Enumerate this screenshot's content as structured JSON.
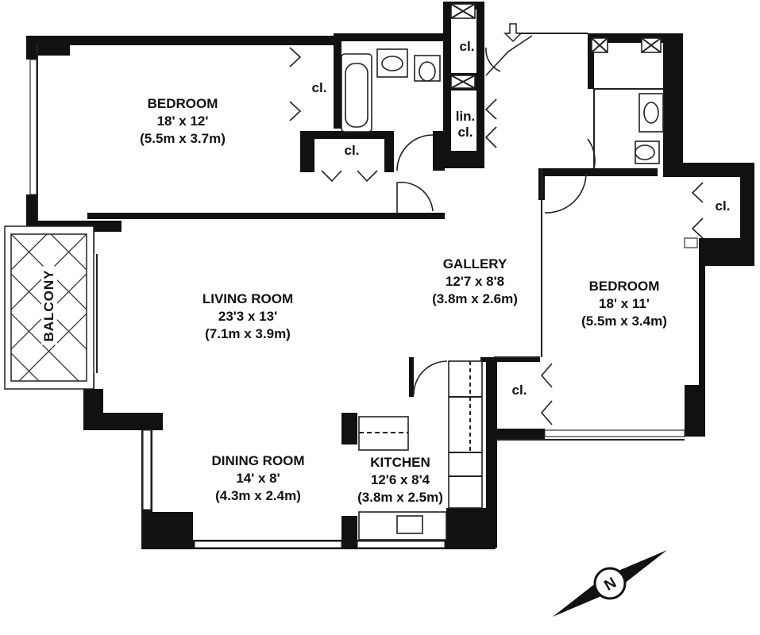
{
  "rooms": {
    "bedroom_1": {
      "name": "BEDROOM",
      "dim_ft": "18' x 12'",
      "dim_m": "(5.5m x 3.7m)"
    },
    "bedroom_2": {
      "name": "BEDROOM",
      "dim_ft": "18' x 11'",
      "dim_m": "(5.5m x 3.4m)"
    },
    "living_room": {
      "name": "LIVING ROOM",
      "dim_ft": "23'3 x 13'",
      "dim_m": "(7.1m x 3.9m)"
    },
    "gallery": {
      "name": "GALLERY",
      "dim_ft": "12'7 x 8'8",
      "dim_m": "(3.8m x 2.6m)"
    },
    "dining_room": {
      "name": "DINING ROOM",
      "dim_ft": "14' x 8'",
      "dim_m": "(4.3m x 2.4m)"
    },
    "kitchen": {
      "name": "KITCHEN",
      "dim_ft": "12'6 x 8'4",
      "dim_m": "(3.8m x 2.5m)"
    },
    "balcony": {
      "name": "BALCONY"
    }
  },
  "closets": {
    "bedroom1_closet": "cl.",
    "hall_closet_small": "cl.",
    "entry_closet": "cl.",
    "linen_closet_line1": "lin.",
    "linen_closet_line2": "cl.",
    "bedroom2_closet_right": "cl.",
    "bedroom2_closet_left": "cl."
  },
  "compass": {
    "label": "N"
  },
  "icons": [
    "entry-arrow-icon",
    "compass-icon",
    "bathtub-icon",
    "sink-icon",
    "toilet-icon",
    "kitchen-sink-icon",
    "stove-icon"
  ],
  "colors": {
    "walls": "#111111",
    "background": "#ffffff"
  }
}
